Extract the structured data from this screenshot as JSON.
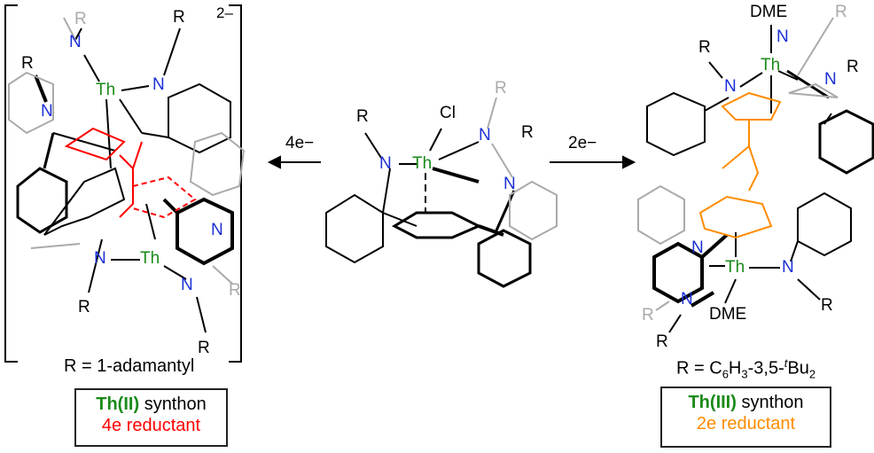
{
  "left_complex": {
    "charge": "2–",
    "atoms": {
      "th_top": "Th",
      "th_bottom": "Th",
      "n": "N",
      "r": "R"
    },
    "r_definition": "R = 1-adamantyl",
    "box": {
      "oxidation": "Th(II)",
      "synthon": "synthon",
      "reductant": "4e reductant"
    }
  },
  "center_complex": {
    "cl": "Cl",
    "th": "Th",
    "n": "N",
    "r": "R"
  },
  "arrows": {
    "left": "4e−",
    "right": "2e−"
  },
  "right_complex": {
    "dme": "DME",
    "th": "Th",
    "n": "N",
    "r": "R",
    "r_definition": {
      "prefix": "R = C",
      "sub1": "6",
      "mid": "H",
      "sub2": "3",
      "mid2": "-3,5-",
      "sup": "t",
      "suffix": "Bu",
      "sub3": "2"
    },
    "box": {
      "oxidation": "Th(III)",
      "synthon": "synthon",
      "reductant": "2e reductant"
    }
  },
  "colors": {
    "thorium": "#1a8a1a",
    "nitrogen": "#1a2fd6",
    "faded": "#aaaaaa",
    "red": "#ff0000",
    "orange": "#ff8c00"
  }
}
